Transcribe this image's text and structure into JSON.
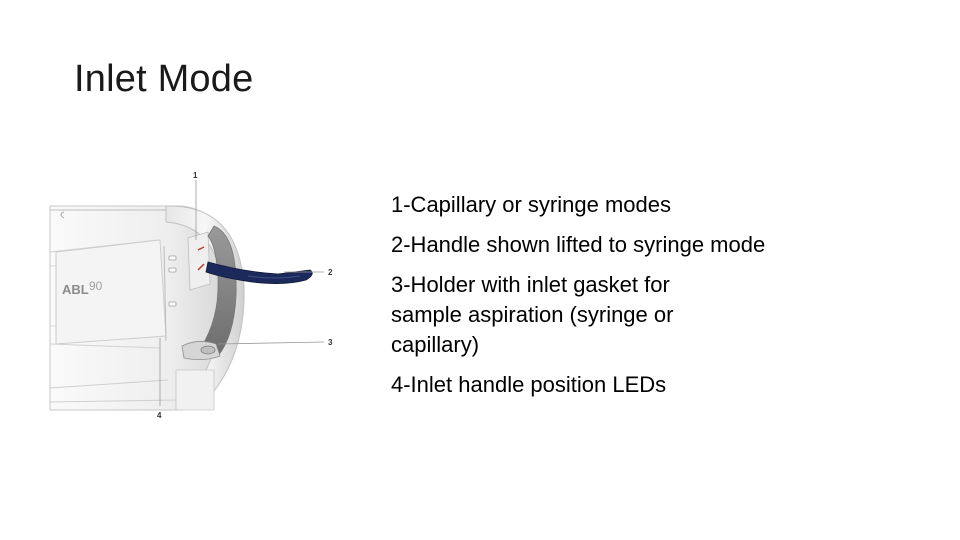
{
  "slide": {
    "title": "Inlet Mode",
    "bullets": [
      "1-Capillary or syringe modes",
      "2-Handle shown lifted to syringe mode",
      "3-Holder with inlet gasket for sample aspiration (syringe or capillary)",
      "4-Inlet handle position LEDs"
    ]
  },
  "figure": {
    "device_logo": "ABL90",
    "callouts": [
      "1",
      "2",
      "3",
      "4"
    ],
    "handle_color": "#1b2a5a"
  }
}
